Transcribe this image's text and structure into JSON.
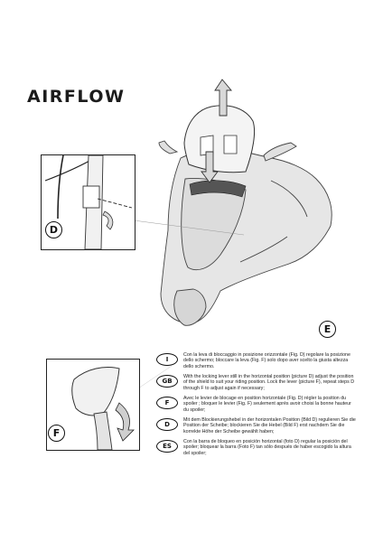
{
  "brand": {
    "name": "AIRFLOW"
  },
  "figure_labels": {
    "d": "D",
    "e": "E",
    "f": "F"
  },
  "instructions": [
    {
      "code": "I",
      "text": "Con la leva di bloccaggio in posizione orizzontale (Fig. D) regolare la posizione dello schermo; bloccare la leva (Fig. F) solo dopo aver scelto la giusta altezza dello schermo."
    },
    {
      "code": "GB",
      "text": "With the locking lever still in the horizontal position (picture D) adjust the position of the shield to suit your riding position. Lock the lever (picture F), repeat steps D through F to adjust again if necessary;"
    },
    {
      "code": "F",
      "text": "Avec le levier de blocage en position horizontale (Fig. D) régler la position du spoiler ; bloquer le levier (Fig. F) seulement après avoir choisi la bonne hauteur du spoiler;"
    },
    {
      "code": "D",
      "text": "Mit dem Blockierungshebel in der horizontalen Position (Bild D) regulieren Sie die Position der Scheibe; blockieren Sie die Hebel (Bild F) erst nachdem Sie die korrekte Höhe der Scheibe gewählt haben;"
    },
    {
      "code": "ES",
      "text": "Con la barra de bloqueo en posición horizontal (foto D) regular la posición del spoiler; bloquear la barra (Foto F) tan sólo después de haber escogido la altura del spoiler;"
    }
  ]
}
